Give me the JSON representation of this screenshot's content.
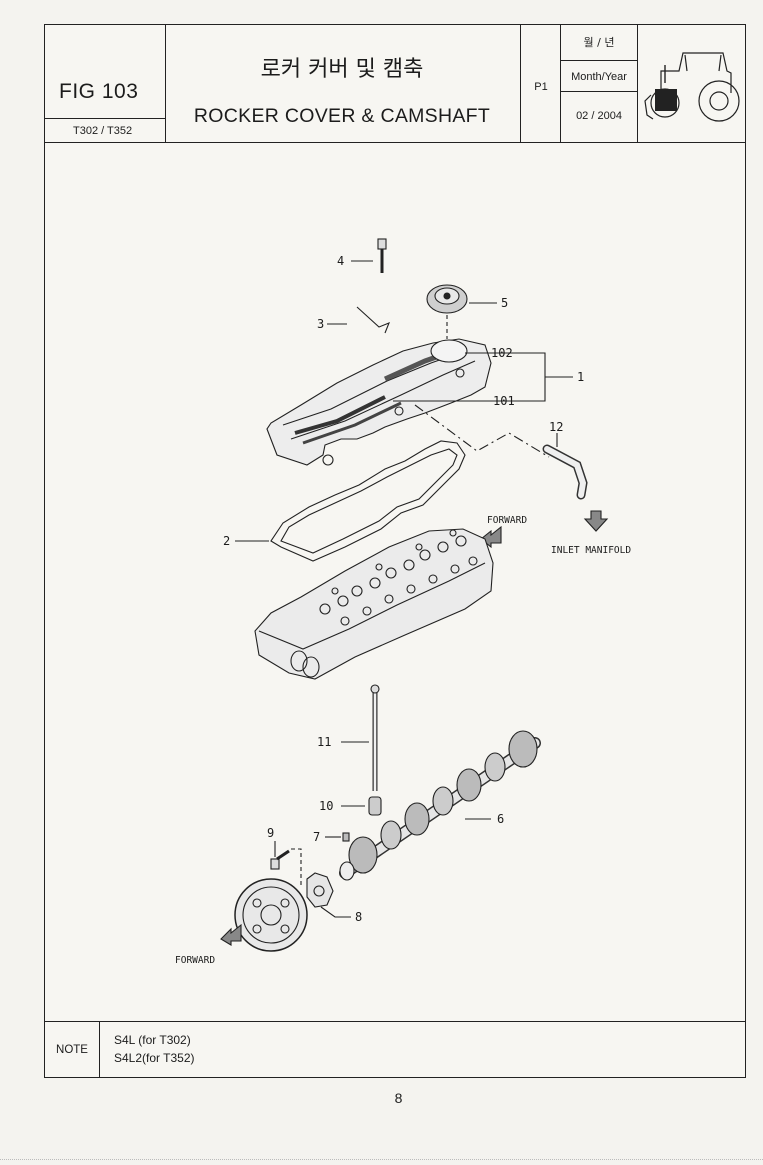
{
  "header": {
    "fig": "FIG 103",
    "models": "T302 / T352",
    "title_kr": "로커 커버 및 캠축",
    "title_en": "ROCKER COVER & CAMSHAFT",
    "page_label": "P1",
    "month_year_kr": "월 / 년",
    "month_year_en": "Month/Year",
    "date": "02 / 2004"
  },
  "callouts": {
    "c1": "1",
    "c2": "2",
    "c3": "3",
    "c4": "4",
    "c5": "5",
    "c6": "6",
    "c7": "7",
    "c8": "8",
    "c9": "9",
    "c10": "10",
    "c11": "11",
    "c12": "12",
    "c101": "101",
    "c102": "102",
    "forward_top": "FORWARD",
    "inlet": "INLET MANIFOLD",
    "forward_bottom": "FORWARD"
  },
  "note": {
    "label": "NOTE",
    "line1": "S4L  (for T302)",
    "line2": "S4L2(for T352)"
  },
  "page_number": "8"
}
